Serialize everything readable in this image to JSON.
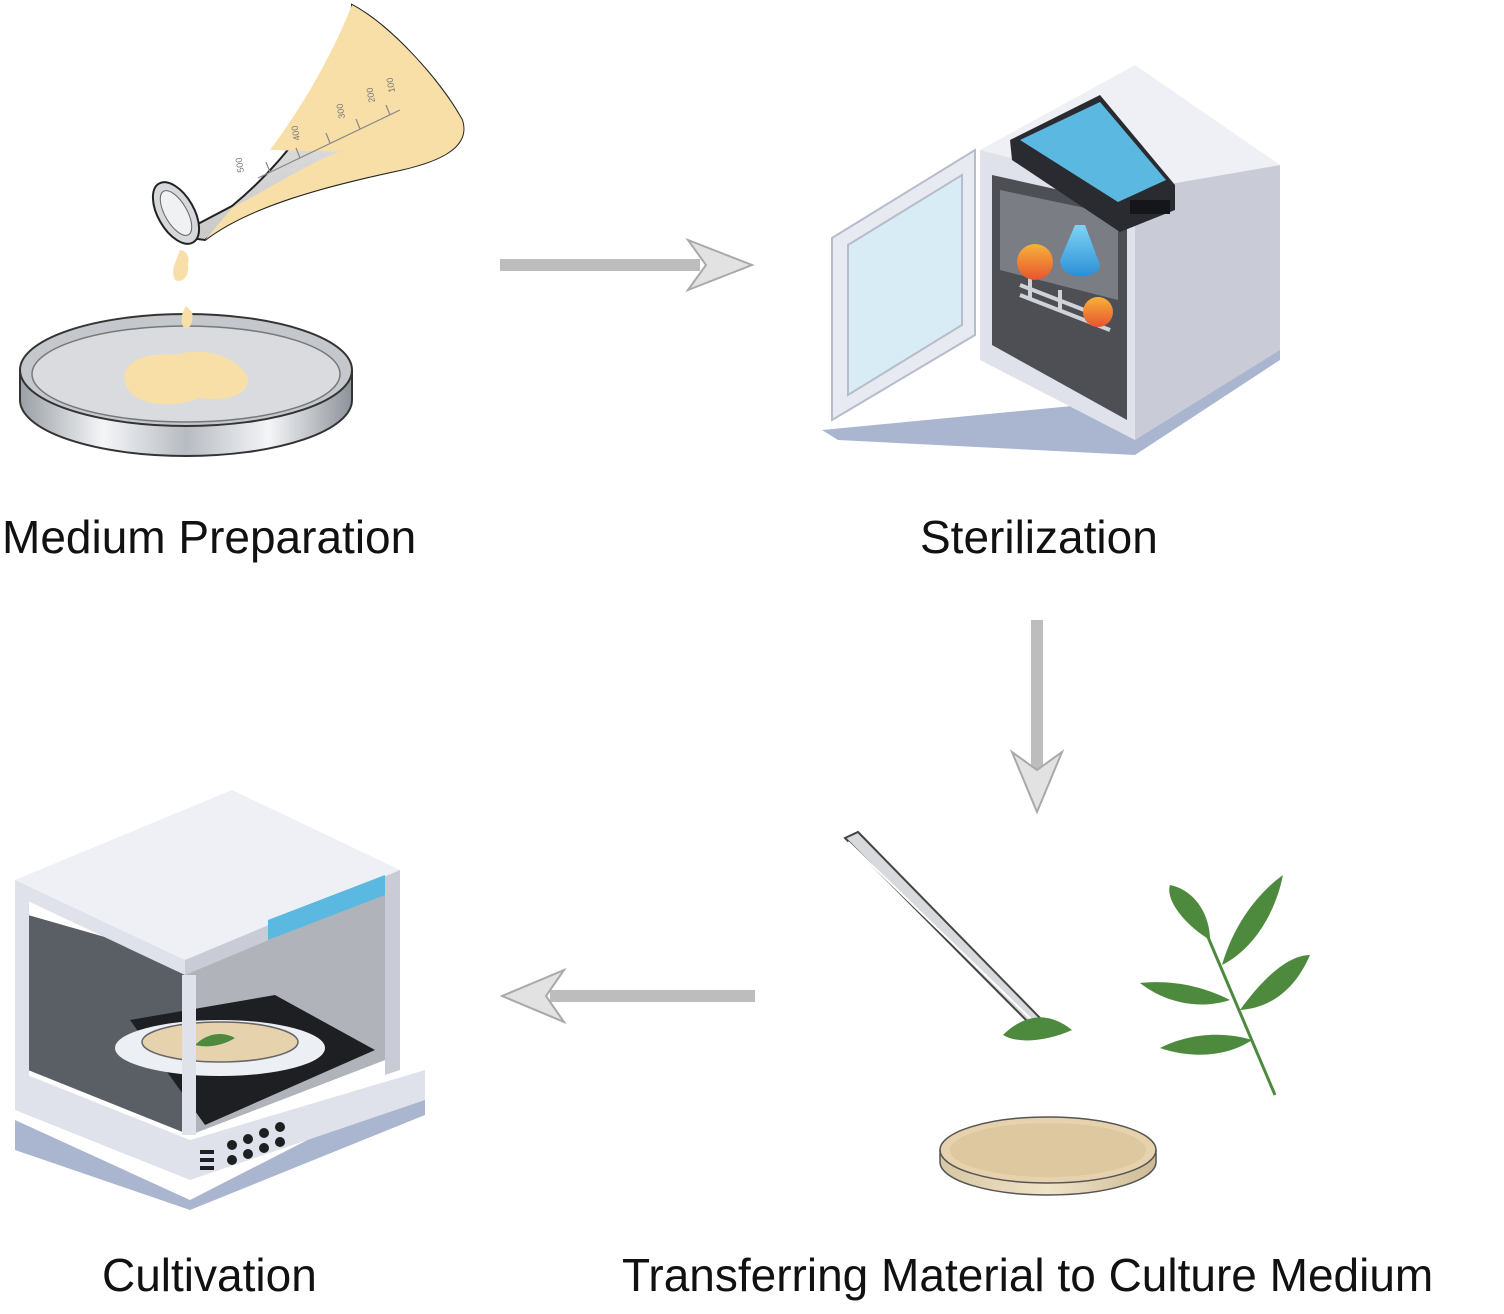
{
  "steps": [
    {
      "label": "Medium Preparation"
    },
    {
      "label": "Sterilization"
    },
    {
      "label": "Transferring Material to Culture Medium"
    },
    {
      "label": "Cultivation"
    }
  ],
  "flask": {
    "graduations": [
      "100",
      "200",
      "300",
      "400",
      "500"
    ]
  },
  "colors": {
    "arrow": "#bdbdbd",
    "medium": "#f8dfa8",
    "leaf": "#4e8a3e",
    "cabinet": "#e8eaf2",
    "screen": "#5bb8e0",
    "dish_agar": "#e6d3ae"
  }
}
